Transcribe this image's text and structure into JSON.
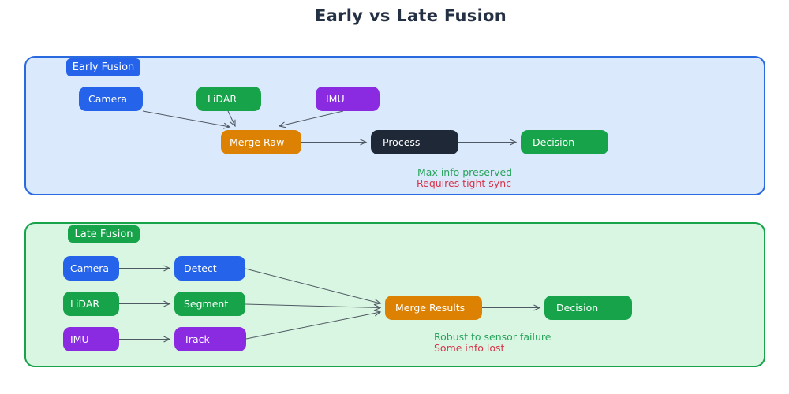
{
  "title": "Early vs Late Fusion",
  "early": {
    "label": "Early Fusion",
    "camera": "Camera",
    "lidar": "LiDAR",
    "imu": "IMU",
    "merge": "Merge Raw",
    "process": "Process",
    "decision": "Decision",
    "note_pro": "Max info preserved",
    "note_con": "Requires tight sync"
  },
  "late": {
    "label": "Late Fusion",
    "camera": "Camera",
    "lidar": "LiDAR",
    "imu": "IMU",
    "detect": "Detect",
    "segment": "Segment",
    "track": "Track",
    "merge": "Merge Results",
    "decision": "Decision",
    "note_pro": "Robust to sensor failure",
    "note_con": "Some info lost"
  },
  "colors": {
    "camera_blue": "#2563eb",
    "lidar_green": "#16a34a",
    "imu_purple": "#8a2be2",
    "merge_orange": "#dd8103",
    "process_dark": "#1e2836",
    "decision_green": "#16a34a",
    "early_panel_bg": "#dbe9fc",
    "early_panel_border": "#2a6ae0",
    "late_panel_bg": "#d9f6e2",
    "late_panel_border": "#16a34a",
    "note_green": "#29a35c",
    "note_red": "#d8344a",
    "edge_gray": "#4f5963",
    "title_dark": "#243044"
  }
}
